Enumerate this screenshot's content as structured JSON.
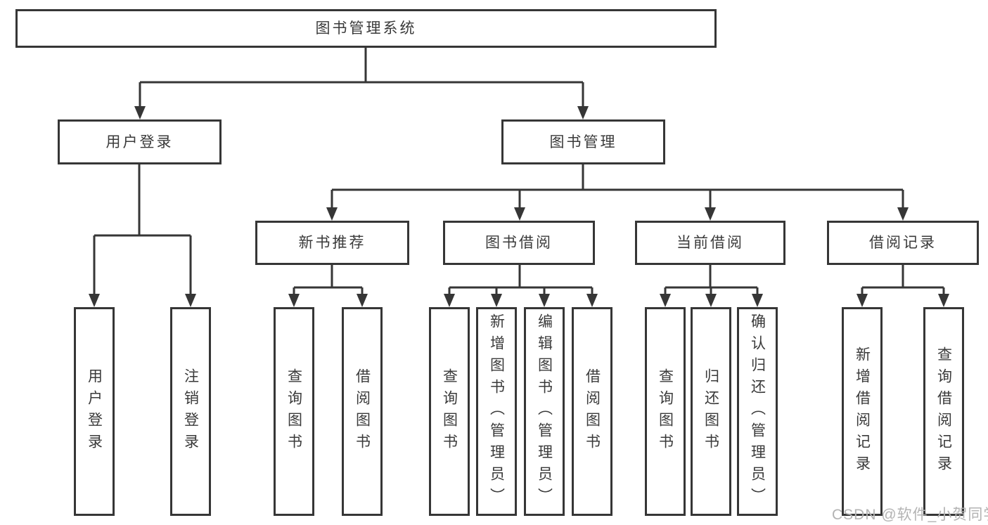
{
  "page": {
    "background": "#ffffff"
  },
  "colors": {
    "line": "#363636",
    "box_border": "#363636",
    "text": "#3a3a3a",
    "watermark": "#b3b3b3"
  },
  "diagram": {
    "root": {
      "label": "图书管理系统"
    },
    "level2": [
      {
        "id": "user-login",
        "label": "用户登录"
      },
      {
        "id": "book-management",
        "label": "图书管理"
      }
    ],
    "level3": [
      {
        "id": "new-book-recommend",
        "parent": "图书管理",
        "label": "新书推荐"
      },
      {
        "id": "book-borrowing",
        "parent": "图书管理",
        "label": "图书借阅"
      },
      {
        "id": "current-borrowing",
        "parent": "图书管理",
        "label": "当前借阅"
      },
      {
        "id": "borrowing-records",
        "parent": "图书管理",
        "label": "借阅记录"
      }
    ],
    "leaves": [
      {
        "parent": "用户登录",
        "label": "用户登录"
      },
      {
        "parent": "用户登录",
        "label": "注销登录"
      },
      {
        "parent": "新书推荐",
        "label": "查询图书"
      },
      {
        "parent": "新书推荐",
        "label": "借阅图书"
      },
      {
        "parent": "图书借阅",
        "label": "查询图书"
      },
      {
        "parent": "图书借阅",
        "label": "新增图书（管理员）"
      },
      {
        "parent": "图书借阅",
        "label": "编辑图书（管理员）"
      },
      {
        "parent": "图书借阅",
        "label": "借阅图书"
      },
      {
        "parent": "当前借阅",
        "label": "查询图书"
      },
      {
        "parent": "当前借阅",
        "label": "归还图书"
      },
      {
        "parent": "当前借阅",
        "label": "确认归还（管理员）"
      },
      {
        "parent": "借阅记录",
        "label": "新增借阅记录"
      },
      {
        "parent": "借阅记录",
        "label": "查询借阅记录"
      }
    ]
  },
  "watermark": {
    "text": "CSDN @软件_小贺同学"
  }
}
